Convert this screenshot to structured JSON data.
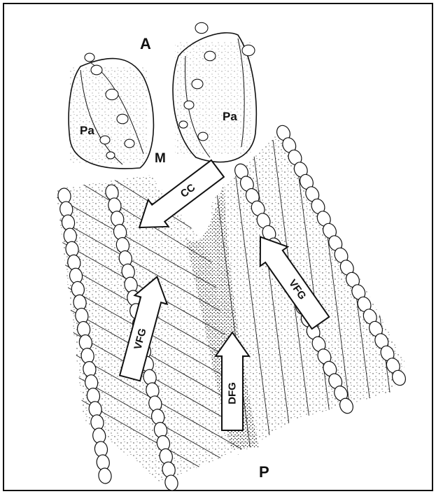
{
  "labels": {
    "anterior": "A",
    "posterior": "P",
    "mouth": "M",
    "palp": "Pa",
    "ciliated_channel": "CC",
    "ventral_food_groove": "VFG",
    "dorsal_food_groove": "DFG"
  },
  "colors": {
    "ink": "#111111",
    "background": "#ffffff",
    "stipple": "#1a1a1a"
  }
}
